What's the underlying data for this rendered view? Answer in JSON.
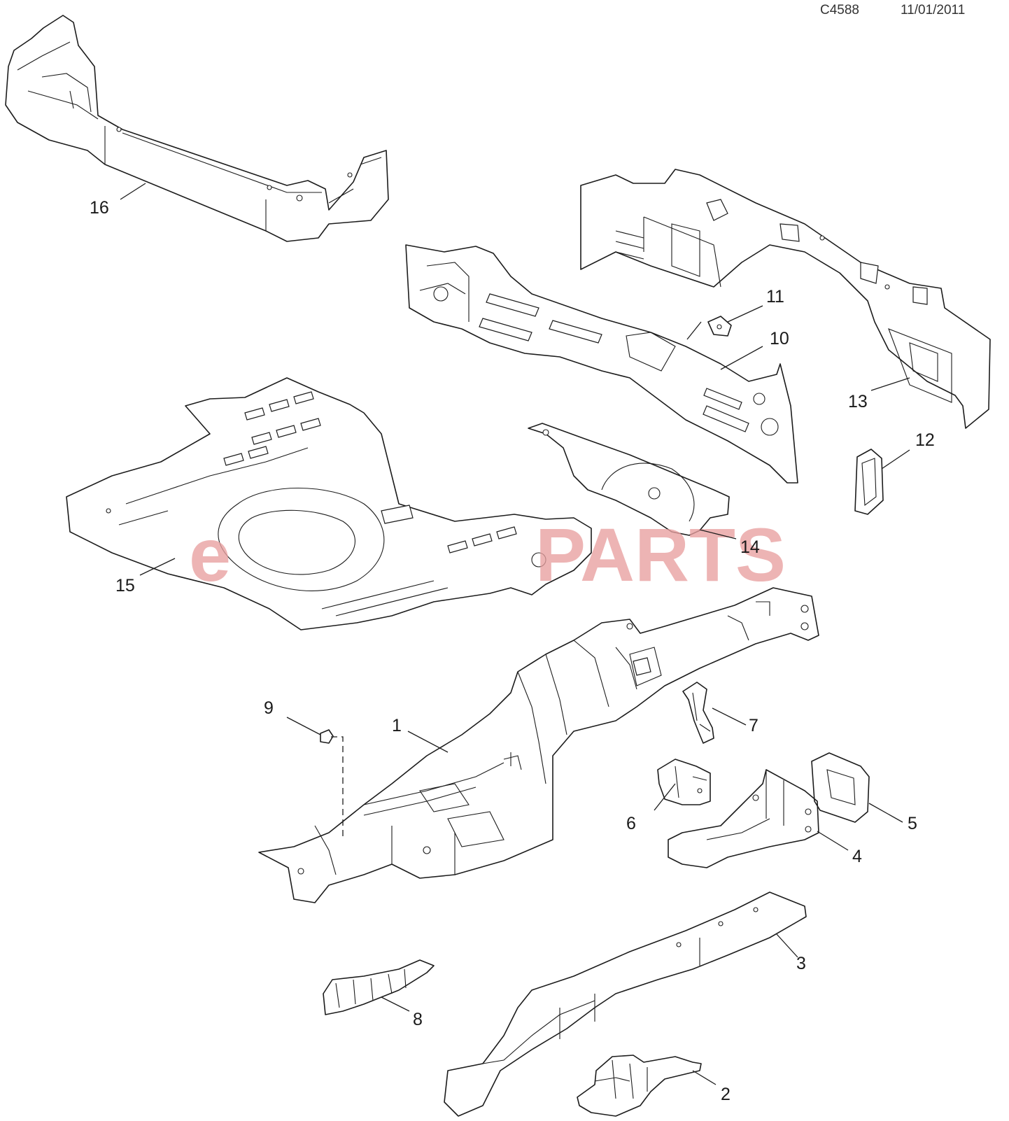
{
  "header": {
    "drawing_code": "C4588",
    "date": "11/01/2011"
  },
  "watermark": {
    "prefix": "e",
    "brand": "PARTS",
    "color": "#e8a0a0"
  },
  "callouts": {
    "c1": "1",
    "c2": "2",
    "c3": "3",
    "c4": "4",
    "c5": "5",
    "c6": "6",
    "c7": "7",
    "c8": "8",
    "c9": "9",
    "c10": "10",
    "c11": "11",
    "c12": "12",
    "c13": "13",
    "c14": "14",
    "c15": "15",
    "c16": "16"
  }
}
